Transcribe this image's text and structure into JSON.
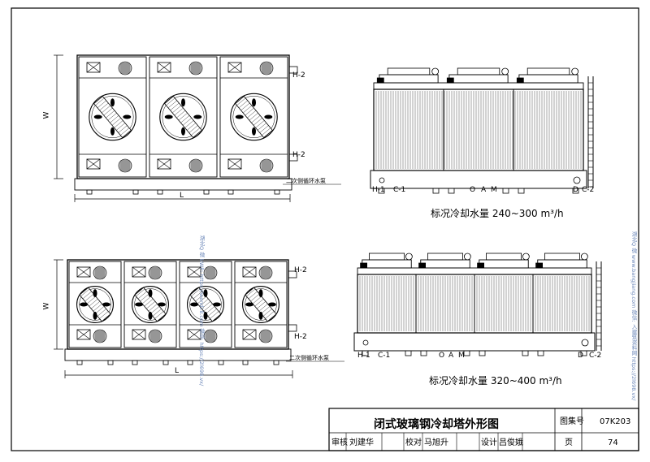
{
  "drawings": {
    "top": {
      "plan": {
        "dim_w": "W",
        "dim_l": "L",
        "h2_upper": "H-2",
        "h2_lower": "H-2",
        "pump_label": "二次侧循环水泵"
      },
      "elevation": {
        "labels": [
          "H-1",
          "C-1",
          "O",
          "A",
          "M",
          "D",
          "C-2"
        ],
        "caption": "标况冷却水量 240~300 m³/h"
      }
    },
    "bottom": {
      "plan": {
        "dim_w": "W",
        "dim_l": "L",
        "h2_upper": "H-2",
        "h2_lower": "H-2",
        "pump_label": "二次侧循环水泵"
      },
      "elevation": {
        "labels": [
          "H-1",
          "C-1",
          "O",
          "A",
          "M",
          "D",
          "C-2"
        ],
        "caption": "标况冷却水量 320~400 m³/h"
      }
    }
  },
  "watermark_left": "湖北Q 微 bWP: https://wendi.8.com 微信: https://2l698.vx/",
  "watermark_right": "湖北Q 微 www.bangjiang.com 微信: 入建筑资料网 https://2l698.vx/",
  "title_block": {
    "title": "闭式玻璃钢冷却塔外形图",
    "atlas_label": "图集号",
    "atlas_no": "07K203",
    "review_label": "审核",
    "review_name": "刘建华",
    "check_label": "校对",
    "check_name": "马旭升",
    "design_label": "设计",
    "design_name": "吕俊娥",
    "page_label": "页",
    "page_no": "74"
  }
}
